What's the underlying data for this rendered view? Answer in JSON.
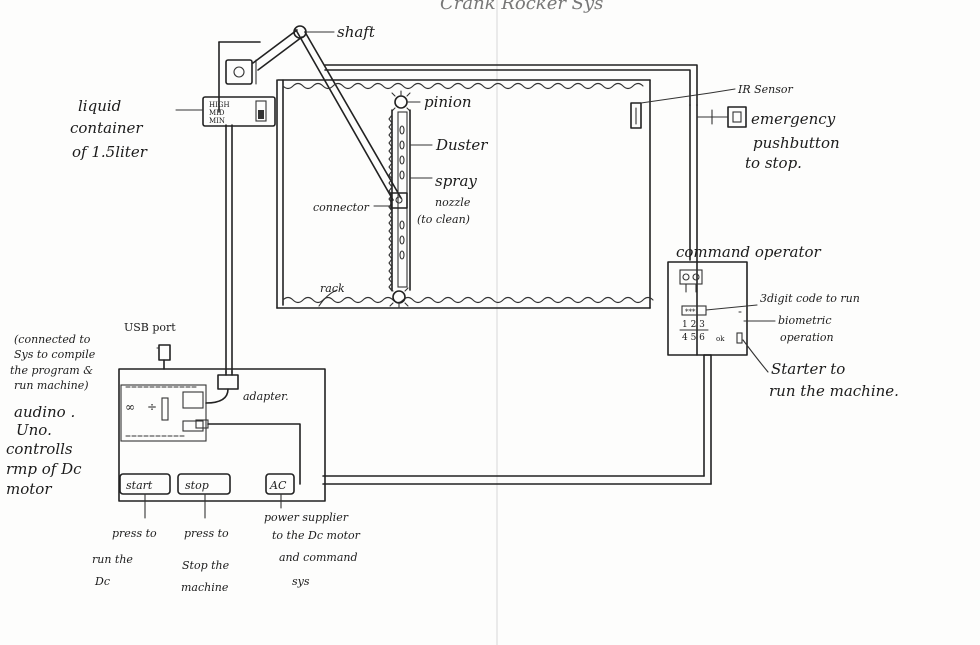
{
  "title": "Crank Rocker Sys",
  "labels": {
    "shaft": "shaft",
    "pinion": "pinion",
    "duster": "Duster",
    "spray": "spray",
    "nozzle": "nozzle",
    "to_clean": "(to clean)",
    "connector": "connector",
    "rack": "rack",
    "ir_sensor": "IR Sensor",
    "emergency": "emergency",
    "pushbutton": "pushbutton",
    "to_stop": "to stop.",
    "liquid_1": "liquid",
    "liquid_2": "container",
    "liquid_3": "of 1.5liter",
    "level_high": "HIGH",
    "level_mid": "MID",
    "level_min": "MIN",
    "command_operator": "command operator",
    "digit_code": "3digit code to run",
    "biometric_1": "biometric",
    "biometric_2": "operation",
    "keypad_code": "***",
    "keypad_row1": "1 2 3",
    "keypad_row2": "4 5 6",
    "keypad_ok": "ok",
    "starter_1": "Starter to",
    "starter_2": "run the machine.",
    "usb_port": "USB port",
    "usb_note_1": "(connected to",
    "usb_note_2": "Sys to compile",
    "usb_note_3": "the program &",
    "usb_note_4": "run machine)",
    "arduino_1": "audino .",
    "arduino_2": "Uno.",
    "controls_1": "controlls",
    "controls_2": "rmp of Dc",
    "controls_3": "motor",
    "adapter": "adapter.",
    "start_btn": "start",
    "stop_btn": "stop",
    "ac_btn": "AC",
    "press_start_1": "press to",
    "press_start_2": "run the",
    "press_start_3": "Dc",
    "press_stop_1": "press to",
    "press_stop_2": "Stop the",
    "press_stop_3": "machine",
    "power_1": "power supplier",
    "power_2": "to the Dc motor",
    "power_3": "and command",
    "power_4": "sys"
  }
}
